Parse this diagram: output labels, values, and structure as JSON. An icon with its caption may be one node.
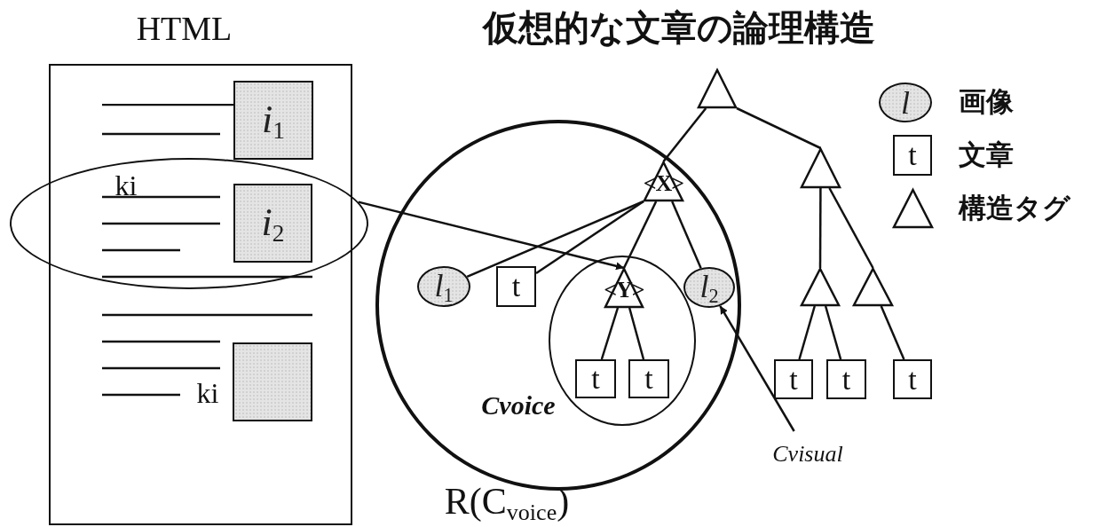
{
  "diagram": {
    "title": "仮想的な文章の論理構造",
    "nodes": [
      {
        "text": [
          "HTML"
        ]
      },
      {
        "text": [
          "*i*$_{1}$"
        ],
        "in": 0
      },
      {
        "text": [],
        "shape": "ellipse"
      },
      {
        "text": [
          "*i*$_{2}$"
        ],
        "in": 2
      },
      {
        "text": [],
        "shape": "box",
        "in": 0
      },
      {
        "text": [],
        "shape": "triangle"
      },
      {
        "text": [
          "R(C$_{voice}$)"
        ]
      },
      {
        "text": [
          "<X>"
        ],
        "in": 6
      },
      {
        "text": [
          "*l*$_{1}$"
        ],
        "in": 6
      },
      {
        "text": [
          "t"
        ],
        "in": 6
      },
      {
        "text": [
          "Cvoice"
        ],
        "in": 6
      },
      {
        "text": [
          "<Y>"
        ],
        "in": 10
      },
      {
        "text": [
          "t"
        ],
        "in": 10
      },
      {
        "text": [
          "t"
        ],
        "in": 10
      },
      {
        "text": [
          "*l*$_{2}$"
        ],
        "in": 6
      },
      {
        "text": [],
        "shape": "triangle"
      },
      {
        "text": [],
        "shape": "triangle"
      },
      {
        "text": [],
        "shape": "triangle"
      },
      {
        "text": [
          "t"
        ]
      },
      {
        "text": [
          "t"
        ]
      },
      {
        "text": [
          "t"
        ]
      },
      {
        "text": [
          "Cvisual"
        ]
      }
    ],
    "edges": [
      {
        "from": 2,
        "to": 11,
        "arrow": "to"
      },
      {
        "from": 5,
        "to": 7,
        "arrow": "none"
      },
      {
        "from": 5,
        "to": 15,
        "arrow": "none"
      },
      {
        "from": 7,
        "to": 8,
        "arrow": "none"
      },
      {
        "from": 7,
        "to": 9,
        "arrow": "none"
      },
      {
        "from": 7,
        "to": 11,
        "arrow": "none"
      },
      {
        "from": 7,
        "to": 14,
        "arrow": "none"
      },
      {
        "from": 11,
        "to": 12,
        "arrow": "none"
      },
      {
        "from": 11,
        "to": 13,
        "arrow": "none"
      },
      {
        "from": 15,
        "to": 16,
        "arrow": "none"
      },
      {
        "from": 15,
        "to": 17,
        "arrow": "none"
      },
      {
        "from": 16,
        "to": 18,
        "arrow": "none"
      },
      {
        "from": 16,
        "to": 19,
        "arrow": "none"
      },
      {
        "from": 17,
        "to": 20,
        "arrow": "none"
      },
      {
        "from": 21,
        "to": 14,
        "arrow": "to"
      }
    ],
    "labels": [
      "ki",
      "ki",
      "*l*",
      "t"
    ],
    "legend": [
      {
        "text": "画像"
      },
      {
        "text": "文章"
      },
      {
        "text": "構造タグ"
      }
    ]
  }
}
